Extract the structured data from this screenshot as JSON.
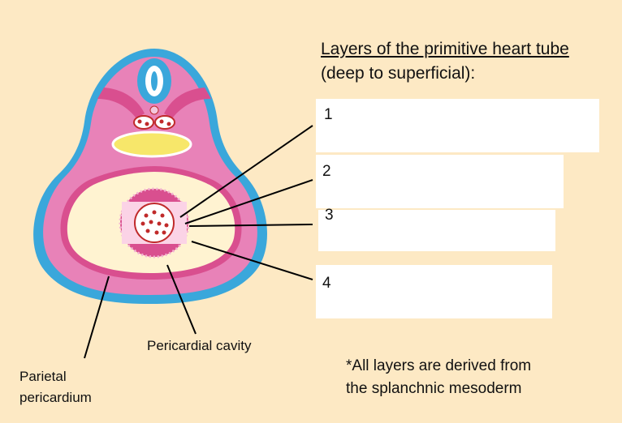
{
  "title": {
    "line1": "Layers of the primitive heart tube",
    "line2": "(deep to superficial):"
  },
  "layers": [
    {
      "number": "1"
    },
    {
      "number": "2"
    },
    {
      "number": "3"
    },
    {
      "number": "4"
    }
  ],
  "labels": {
    "pericardial_cavity": "Pericardial cavity",
    "parietal_line1": "Parietal",
    "parietal_line2": "pericardium"
  },
  "note": {
    "line1": "*All layers are derived from",
    "line2": "the splanchnic mesoderm"
  },
  "colors": {
    "background": "#fde9c4",
    "outer_ectoderm": "#3aa7db",
    "mesoderm": "#e882b8",
    "cavity": "#fff3d1",
    "notochord_yolk": "#f7e76a",
    "heart_red": "#c02a2a"
  }
}
